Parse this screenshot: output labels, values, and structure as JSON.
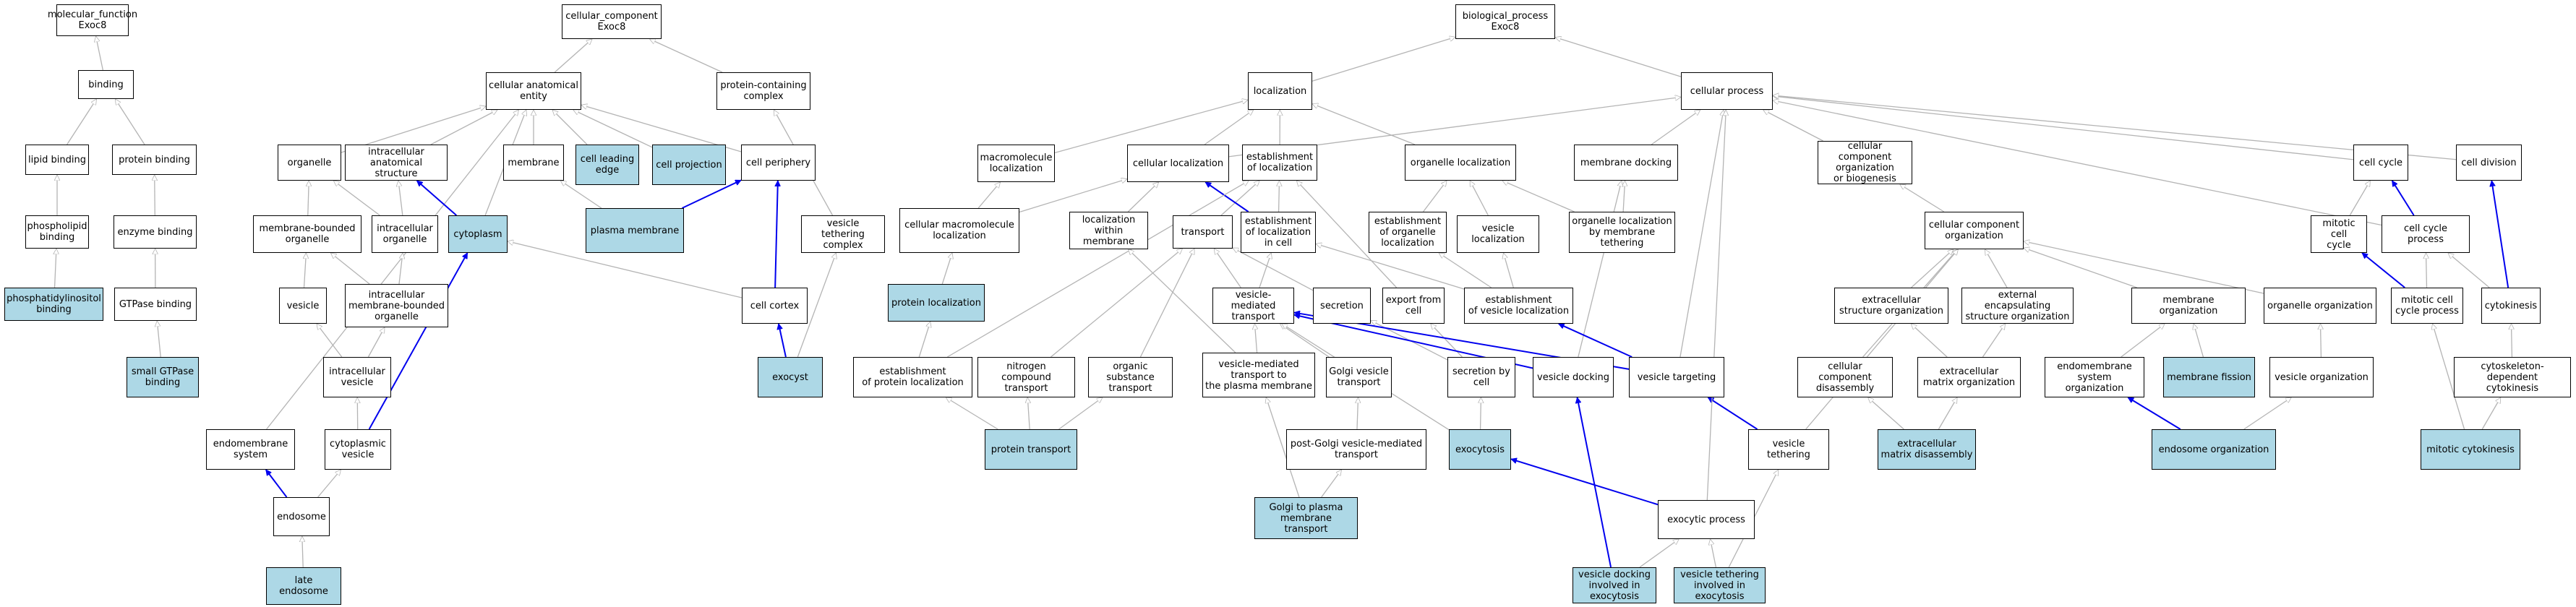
{
  "colors": {
    "highlight": "#add8e6",
    "normal": "#ffffff",
    "border": "#000000",
    "grey_edge": "#b4b4b4",
    "blue_edge": "#0000ee"
  },
  "nodes": [
    {
      "id": "mf",
      "label": "molecular_function\nExoc8",
      "hl": false
    },
    {
      "id": "binding",
      "label": "binding",
      "hl": false
    },
    {
      "id": "lipid_binding",
      "label": "lipid binding",
      "hl": false
    },
    {
      "id": "protein_binding",
      "label": "protein binding",
      "hl": false
    },
    {
      "id": "phospholipid_binding",
      "label": "phospholipid\nbinding",
      "hl": false
    },
    {
      "id": "enzyme_binding",
      "label": "enzyme binding",
      "hl": false
    },
    {
      "id": "pip_binding",
      "label": "phosphatidylinositol\nbinding",
      "hl": true
    },
    {
      "id": "gtpase_binding",
      "label": "GTPase binding",
      "hl": false
    },
    {
      "id": "small_gtpase_binding",
      "label": "small GTPase\nbinding",
      "hl": true
    },
    {
      "id": "cc",
      "label": "cellular_component\nExoc8",
      "hl": false
    },
    {
      "id": "cae",
      "label": "cellular anatomical\nentity",
      "hl": false
    },
    {
      "id": "pcc",
      "label": "protein-containing\ncomplex",
      "hl": false
    },
    {
      "id": "organelle",
      "label": "organelle",
      "hl": false
    },
    {
      "id": "ias",
      "label": "intracellular\nanatomical structure",
      "hl": false
    },
    {
      "id": "membrane",
      "label": "membrane",
      "hl": false
    },
    {
      "id": "cle",
      "label": "cell leading\nedge",
      "hl": true
    },
    {
      "id": "cproj",
      "label": "cell projection",
      "hl": true
    },
    {
      "id": "cperiph",
      "label": "cell periphery",
      "hl": false
    },
    {
      "id": "mbo",
      "label": "membrane-bounded\norganelle",
      "hl": false
    },
    {
      "id": "iorg",
      "label": "intracellular\norganelle",
      "hl": false
    },
    {
      "id": "cytoplasm",
      "label": "cytoplasm",
      "hl": true
    },
    {
      "id": "pm",
      "label": "plasma membrane",
      "hl": true
    },
    {
      "id": "vtc",
      "label": "vesicle tethering\ncomplex",
      "hl": false
    },
    {
      "id": "vesicle",
      "label": "vesicle",
      "hl": false
    },
    {
      "id": "imbo",
      "label": "intracellular\nmembrane-bounded\norganelle",
      "hl": false
    },
    {
      "id": "ccortex",
      "label": "cell cortex",
      "hl": false
    },
    {
      "id": "ivesicle",
      "label": "intracellular\nvesicle",
      "hl": false
    },
    {
      "id": "exocyst",
      "label": "exocyst",
      "hl": true
    },
    {
      "id": "endosys",
      "label": "endomembrane\nsystem",
      "hl": false
    },
    {
      "id": "cytovesicle",
      "label": "cytoplasmic\nvesicle",
      "hl": false
    },
    {
      "id": "endosome",
      "label": "endosome",
      "hl": false
    },
    {
      "id": "late_endosome",
      "label": "late endosome",
      "hl": true
    },
    {
      "id": "bp",
      "label": "biological_process\nExoc8",
      "hl": false
    },
    {
      "id": "localization",
      "label": "localization",
      "hl": false
    },
    {
      "id": "cellproc",
      "label": "cellular process",
      "hl": false
    },
    {
      "id": "macroloc",
      "label": "macromolecule\nlocalization",
      "hl": false
    },
    {
      "id": "cellloc",
      "label": "cellular localization",
      "hl": false
    },
    {
      "id": "estloc",
      "label": "establishment\nof localization",
      "hl": false
    },
    {
      "id": "orgloc",
      "label": "organelle localization",
      "hl": false
    },
    {
      "id": "memdock",
      "label": "membrane docking",
      "hl": false
    },
    {
      "id": "ccob",
      "label": "cellular component\norganization\nor biogenesis",
      "hl": false
    },
    {
      "id": "cellcycle",
      "label": "cell cycle",
      "hl": false
    },
    {
      "id": "celldiv",
      "label": "cell division",
      "hl": false
    },
    {
      "id": "cmacroloc",
      "label": "cellular macromolecule\nlocalization",
      "hl": false
    },
    {
      "id": "locwm",
      "label": "localization\nwithin membrane",
      "hl": false
    },
    {
      "id": "transport",
      "label": "transport",
      "hl": false
    },
    {
      "id": "estlocc",
      "label": "establishment\nof localization\nin cell",
      "hl": false
    },
    {
      "id": "estorgloc",
      "label": "establishment\nof organelle\nlocalization",
      "hl": false
    },
    {
      "id": "vesloc",
      "label": "vesicle localization",
      "hl": false
    },
    {
      "id": "olbmt",
      "label": "organelle localization\nby membrane\ntethering",
      "hl": false
    },
    {
      "id": "cco",
      "label": "cellular component\norganization",
      "hl": false
    },
    {
      "id": "mcc",
      "label": "mitotic cell\ncycle",
      "hl": false
    },
    {
      "id": "ccp",
      "label": "cell cycle process",
      "hl": false
    },
    {
      "id": "protloc",
      "label": "protein localization",
      "hl": true
    },
    {
      "id": "vmt",
      "label": "vesicle-mediated\ntransport",
      "hl": false
    },
    {
      "id": "secretion",
      "label": "secretion",
      "hl": false
    },
    {
      "id": "exportcell",
      "label": "export from\ncell",
      "hl": false
    },
    {
      "id": "estvesloc",
      "label": "establishment\nof vesicle localization",
      "hl": false
    },
    {
      "id": "eso",
      "label": "extracellular\nstructure organization",
      "hl": false
    },
    {
      "id": "eeso",
      "label": "external encapsulating\nstructure organization",
      "hl": false
    },
    {
      "id": "memorg",
      "label": "membrane organization",
      "hl": false
    },
    {
      "id": "orgorg",
      "label": "organelle organization",
      "hl": false
    },
    {
      "id": "mccp",
      "label": "mitotic cell\ncycle process",
      "hl": false
    },
    {
      "id": "cytokinesis",
      "label": "cytokinesis",
      "hl": false
    },
    {
      "id": "estprotloc",
      "label": "establishment\nof protein localization",
      "hl": false
    },
    {
      "id": "nct",
      "label": "nitrogen compound\ntransport",
      "hl": false
    },
    {
      "id": "ost",
      "label": "organic substance\ntransport",
      "hl": false
    },
    {
      "id": "vmtpm",
      "label": "vesicle-mediated\ntransport to\nthe plasma membrane",
      "hl": false
    },
    {
      "id": "gvt",
      "label": "Golgi vesicle\ntransport",
      "hl": false
    },
    {
      "id": "secbycell",
      "label": "secretion by\ncell",
      "hl": false
    },
    {
      "id": "vesdock",
      "label": "vesicle docking",
      "hl": false
    },
    {
      "id": "vestarg",
      "label": "vesicle targeting",
      "hl": false
    },
    {
      "id": "ccdis",
      "label": "cellular component\ndisassembly",
      "hl": false
    },
    {
      "id": "emo",
      "label": "extracellular\nmatrix organization",
      "hl": false
    },
    {
      "id": "eso2",
      "label": "endomembrane\nsystem organization",
      "hl": false
    },
    {
      "id": "memfission",
      "label": "membrane fission",
      "hl": true
    },
    {
      "id": "vesorg",
      "label": "vesicle organization",
      "hl": false
    },
    {
      "id": "cdcyto",
      "label": "cytoskeleton-dependent\ncytokinesis",
      "hl": false
    },
    {
      "id": "pgvmt",
      "label": "post-Golgi vesicle-mediated\ntransport",
      "hl": false
    },
    {
      "id": "protransport",
      "label": "protein transport",
      "hl": true
    },
    {
      "id": "exocytosis",
      "label": "exocytosis",
      "hl": true
    },
    {
      "id": "vesteth",
      "label": "vesicle tethering",
      "hl": false
    },
    {
      "id": "emd",
      "label": "extracellular\nmatrix disassembly",
      "hl": true
    },
    {
      "id": "endoorg",
      "label": "endosome organization",
      "hl": true
    },
    {
      "id": "mcyto",
      "label": "mitotic cytokinesis",
      "hl": true
    },
    {
      "id": "exoproc",
      "label": "exocytic process",
      "hl": false
    },
    {
      "id": "gpmt",
      "label": "Golgi to plasma\nmembrane transport",
      "hl": true
    },
    {
      "id": "vdexo",
      "label": "vesicle docking\ninvolved in\nexocytosis",
      "hl": true
    },
    {
      "id": "vtexo",
      "label": "vesicle tethering\ninvolved in\nexocytosis",
      "hl": true
    }
  ],
  "edges": [
    {
      "from": "binding",
      "to": "mf",
      "blue": false
    },
    {
      "from": "lipid_binding",
      "to": "binding",
      "blue": false
    },
    {
      "from": "protein_binding",
      "to": "binding",
      "blue": false
    },
    {
      "from": "phospholipid_binding",
      "to": "lipid_binding",
      "blue": false
    },
    {
      "from": "enzyme_binding",
      "to": "protein_binding",
      "blue": false
    },
    {
      "from": "pip_binding",
      "to": "phospholipid_binding",
      "blue": false
    },
    {
      "from": "gtpase_binding",
      "to": "enzyme_binding",
      "blue": false
    },
    {
      "from": "small_gtpase_binding",
      "to": "gtpase_binding",
      "blue": false
    },
    {
      "from": "cae",
      "to": "cc",
      "blue": false
    },
    {
      "from": "pcc",
      "to": "cc",
      "blue": false
    },
    {
      "from": "organelle",
      "to": "cae",
      "blue": false
    },
    {
      "from": "ias",
      "to": "cae",
      "blue": false
    },
    {
      "from": "membrane",
      "to": "cae",
      "blue": false
    },
    {
      "from": "cle",
      "to": "cae",
      "blue": false
    },
    {
      "from": "cproj",
      "to": "cae",
      "blue": false
    },
    {
      "from": "cperiph",
      "to": "cae",
      "blue": false
    },
    {
      "from": "cytoplasm",
      "to": "cae",
      "blue": false
    },
    {
      "from": "endosys",
      "to": "cae",
      "blue": false
    },
    {
      "from": "mbo",
      "to": "organelle",
      "blue": false
    },
    {
      "from": "iorg",
      "to": "organelle",
      "blue": false
    },
    {
      "from": "iorg",
      "to": "ias",
      "blue": false
    },
    {
      "from": "cytoplasm",
      "to": "ias",
      "blue": true
    },
    {
      "from": "pm",
      "to": "membrane",
      "blue": false
    },
    {
      "from": "pm",
      "to": "cperiph",
      "blue": true
    },
    {
      "from": "vtc",
      "to": "pcc",
      "blue": false
    },
    {
      "from": "vesicle",
      "to": "mbo",
      "blue": false
    },
    {
      "from": "imbo",
      "to": "mbo",
      "blue": false
    },
    {
      "from": "imbo",
      "to": "iorg",
      "blue": false
    },
    {
      "from": "ccortex",
      "to": "cytoplasm",
      "blue": false
    },
    {
      "from": "ccortex",
      "to": "cperiph",
      "blue": true
    },
    {
      "from": "ivesicle",
      "to": "vesicle",
      "blue": false
    },
    {
      "from": "ivesicle",
      "to": "imbo",
      "blue": false
    },
    {
      "from": "exocyst",
      "to": "vtc",
      "blue": false
    },
    {
      "from": "exocyst",
      "to": "ccortex",
      "blue": true
    },
    {
      "from": "cytovesicle",
      "to": "ivesicle",
      "blue": false
    },
    {
      "from": "cytovesicle",
      "to": "cytoplasm",
      "blue": true
    },
    {
      "from": "endosome",
      "to": "endosys",
      "blue": true
    },
    {
      "from": "endosome",
      "to": "cytovesicle",
      "blue": false
    },
    {
      "from": "late_endosome",
      "to": "endosome",
      "blue": false
    },
    {
      "from": "localization",
      "to": "bp",
      "blue": false
    },
    {
      "from": "cellproc",
      "to": "bp",
      "blue": false
    },
    {
      "from": "macroloc",
      "to": "localization",
      "blue": false
    },
    {
      "from": "cellloc",
      "to": "localization",
      "blue": false
    },
    {
      "from": "cellloc",
      "to": "cellproc",
      "blue": false
    },
    {
      "from": "estloc",
      "to": "localization",
      "blue": false
    },
    {
      "from": "orgloc",
      "to": "localization",
      "blue": false
    },
    {
      "from": "memdock",
      "to": "cellproc",
      "blue": false
    },
    {
      "from": "ccob",
      "to": "cellproc",
      "blue": false
    },
    {
      "from": "cellcycle",
      "to": "cellproc",
      "blue": false
    },
    {
      "from": "celldiv",
      "to": "cellproc",
      "blue": false
    },
    {
      "from": "cmacroloc",
      "to": "macroloc",
      "blue": false
    },
    {
      "from": "cmacroloc",
      "to": "cellloc",
      "blue": false
    },
    {
      "from": "locwm",
      "to": "cellloc",
      "blue": false
    },
    {
      "from": "transport",
      "to": "estloc",
      "blue": false
    },
    {
      "from": "estlocc",
      "to": "estloc",
      "blue": false
    },
    {
      "from": "estlocc",
      "to": "cellloc",
      "blue": true
    },
    {
      "from": "estorgloc",
      "to": "orgloc",
      "blue": false
    },
    {
      "from": "vesloc",
      "to": "orgloc",
      "blue": false
    },
    {
      "from": "olbmt",
      "to": "orgloc",
      "blue": false
    },
    {
      "from": "olbmt",
      "to": "memdock",
      "blue": false
    },
    {
      "from": "cco",
      "to": "ccob",
      "blue": false
    },
    {
      "from": "mcc",
      "to": "cellcycle",
      "blue": false
    },
    {
      "from": "ccp",
      "to": "cellcycle",
      "blue": true
    },
    {
      "from": "ccp",
      "to": "cellproc",
      "blue": false
    },
    {
      "from": "protloc",
      "to": "cmacroloc",
      "blue": false
    },
    {
      "from": "vmt",
      "to": "transport",
      "blue": false
    },
    {
      "from": "vmt",
      "to": "estlocc",
      "blue": false
    },
    {
      "from": "secretion",
      "to": "transport",
      "blue": false
    },
    {
      "from": "exportcell",
      "to": "estloc",
      "blue": false
    },
    {
      "from": "estvesloc",
      "to": "vesloc",
      "blue": false
    },
    {
      "from": "estvesloc",
      "to": "estorgloc",
      "blue": false
    },
    {
      "from": "estvesloc",
      "to": "estlocc",
      "blue": false
    },
    {
      "from": "eso",
      "to": "cco",
      "blue": false
    },
    {
      "from": "eeso",
      "to": "cco",
      "blue": false
    },
    {
      "from": "memorg",
      "to": "cco",
      "blue": false
    },
    {
      "from": "orgorg",
      "to": "cco",
      "blue": false
    },
    {
      "from": "mccp",
      "to": "mcc",
      "blue": true
    },
    {
      "from": "mccp",
      "to": "ccp",
      "blue": false
    },
    {
      "from": "cytokinesis",
      "to": "ccp",
      "blue": false
    },
    {
      "from": "cytokinesis",
      "to": "celldiv",
      "blue": true
    },
    {
      "from": "estprotloc",
      "to": "protloc",
      "blue": false
    },
    {
      "from": "estprotloc",
      "to": "estloc",
      "blue": false
    },
    {
      "from": "nct",
      "to": "transport",
      "blue": false
    },
    {
      "from": "ost",
      "to": "transport",
      "blue": false
    },
    {
      "from": "vmtpm",
      "to": "vmt",
      "blue": false
    },
    {
      "from": "vmtpm",
      "to": "locwm",
      "blue": false
    },
    {
      "from": "gvt",
      "to": "vmt",
      "blue": false
    },
    {
      "from": "secbycell",
      "to": "secretion",
      "blue": false
    },
    {
      "from": "secbycell",
      "to": "exportcell",
      "blue": false
    },
    {
      "from": "vesdock",
      "to": "memdock",
      "blue": false
    },
    {
      "from": "vesdock",
      "to": "vmt",
      "blue": true
    },
    {
      "from": "vestarg",
      "to": "estvesloc",
      "blue": true
    },
    {
      "from": "vestarg",
      "to": "vmt",
      "blue": true
    },
    {
      "from": "vestarg",
      "to": "cellproc",
      "blue": false
    },
    {
      "from": "ccdis",
      "to": "cco",
      "blue": false
    },
    {
      "from": "emo",
      "to": "eso",
      "blue": false
    },
    {
      "from": "emo",
      "to": "eeso",
      "blue": false
    },
    {
      "from": "eso2",
      "to": "memorg",
      "blue": false
    },
    {
      "from": "memfission",
      "to": "memorg",
      "blue": false
    },
    {
      "from": "vesorg",
      "to": "orgorg",
      "blue": false
    },
    {
      "from": "cdcyto",
      "to": "cytokinesis",
      "blue": false
    },
    {
      "from": "pgvmt",
      "to": "gvt",
      "blue": false
    },
    {
      "from": "protransport",
      "to": "estprotloc",
      "blue": false
    },
    {
      "from": "protransport",
      "to": "nct",
      "blue": false
    },
    {
      "from": "protransport",
      "to": "ost",
      "blue": false
    },
    {
      "from": "exocytosis",
      "to": "secbycell",
      "blue": false
    },
    {
      "from": "exocytosis",
      "to": "vmt",
      "blue": false
    },
    {
      "from": "vesteth",
      "to": "vestarg",
      "blue": true
    },
    {
      "from": "vesteth",
      "to": "cco",
      "blue": false
    },
    {
      "from": "emd",
      "to": "emo",
      "blue": false
    },
    {
      "from": "emd",
      "to": "ccdis",
      "blue": false
    },
    {
      "from": "endoorg",
      "to": "eso2",
      "blue": true
    },
    {
      "from": "endoorg",
      "to": "vesorg",
      "blue": false
    },
    {
      "from": "mcyto",
      "to": "mccp",
      "blue": false
    },
    {
      "from": "mcyto",
      "to": "cdcyto",
      "blue": false
    },
    {
      "from": "exoproc",
      "to": "exocytosis",
      "blue": true
    },
    {
      "from": "exoproc",
      "to": "cellproc",
      "blue": false
    },
    {
      "from": "gpmt",
      "to": "pgvmt",
      "blue": false
    },
    {
      "from": "gpmt",
      "to": "vmtpm",
      "blue": false
    },
    {
      "from": "vdexo",
      "to": "exoproc",
      "blue": false
    },
    {
      "from": "vdexo",
      "to": "vesdock",
      "blue": true
    },
    {
      "from": "vtexo",
      "to": "exoproc",
      "blue": false
    },
    {
      "from": "vtexo",
      "to": "vesteth",
      "blue": false
    }
  ]
}
